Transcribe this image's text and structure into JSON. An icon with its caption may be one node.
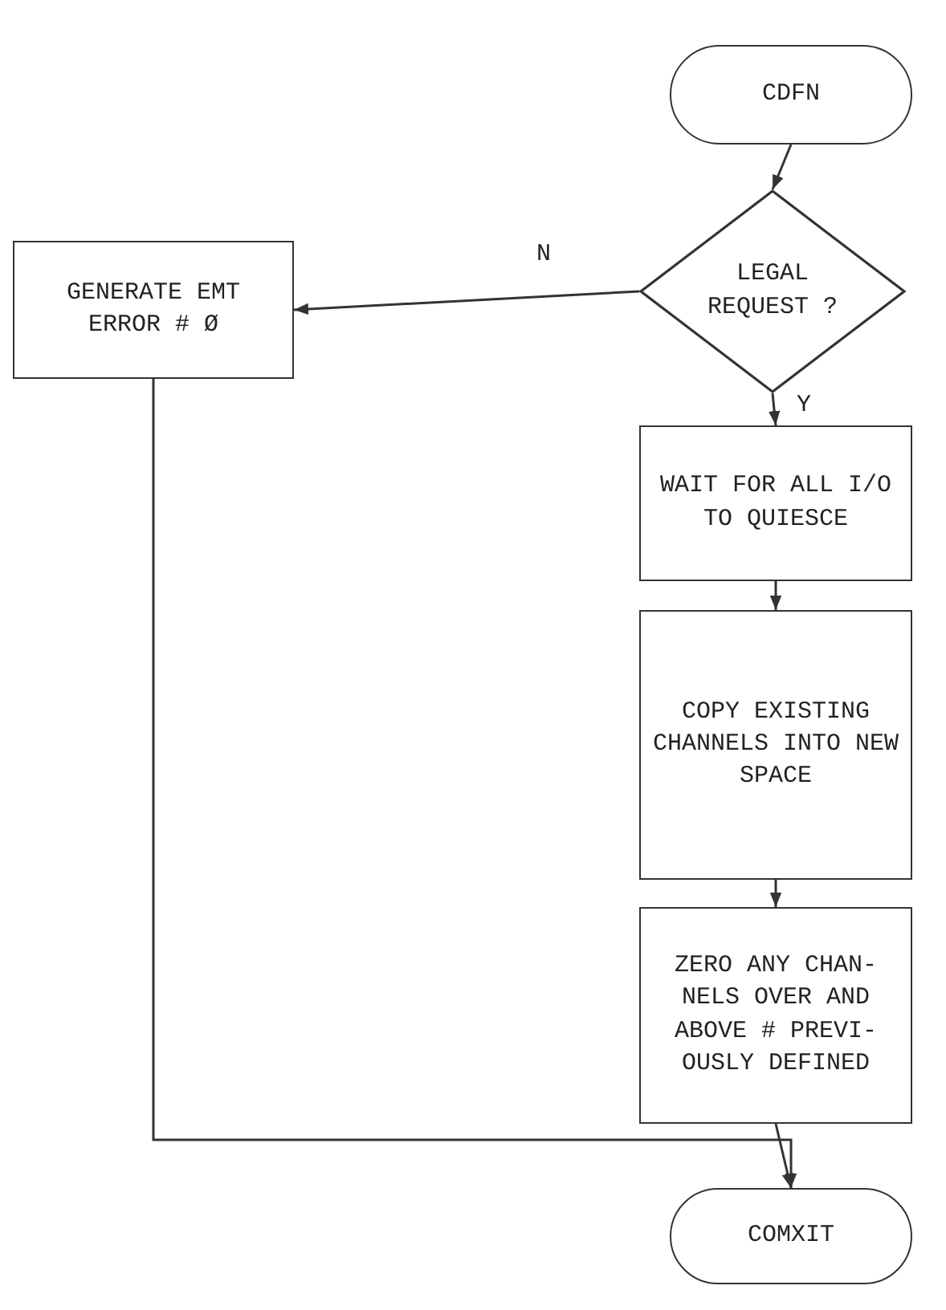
{
  "diagram": {
    "nodes": [
      {
        "text": [
          "CDFN"
        ]
      },
      {
        "text": [
          "LEGAL REQUEST ?"
        ]
      },
      {
        "text": [
          "GENERATE EMT ERROR # Ø"
        ]
      },
      {
        "text": [
          "WAIT FOR ALL I/O TO QUIESCE"
        ]
      },
      {
        "text": [
          "COPY EXISTING CHANNELS INTO NEW SPACE"
        ]
      },
      {
        "text": [
          "ZERO ANY CHAN- NELS OVER AND ABOVE # PREVI- OUSLY DEFINED"
        ]
      },
      {
        "text": [
          "COMXIT"
        ]
      }
    ],
    "edges": [
      {
        "from": 0,
        "to": 1,
        "arrow": "to"
      },
      {
        "from": 1,
        "to": 2,
        "arrow": "to",
        "label": "N"
      },
      {
        "from": 1,
        "to": 3,
        "arrow": "to",
        "label": "Y"
      },
      {
        "from": 3,
        "to": 4,
        "arrow": "to"
      },
      {
        "from": 4,
        "to": 5,
        "arrow": "to"
      },
      {
        "from": 5,
        "to": 6,
        "arrow": "to"
      },
      {
        "from": 2,
        "to": 6,
        "arrow": "to"
      }
    ]
  }
}
